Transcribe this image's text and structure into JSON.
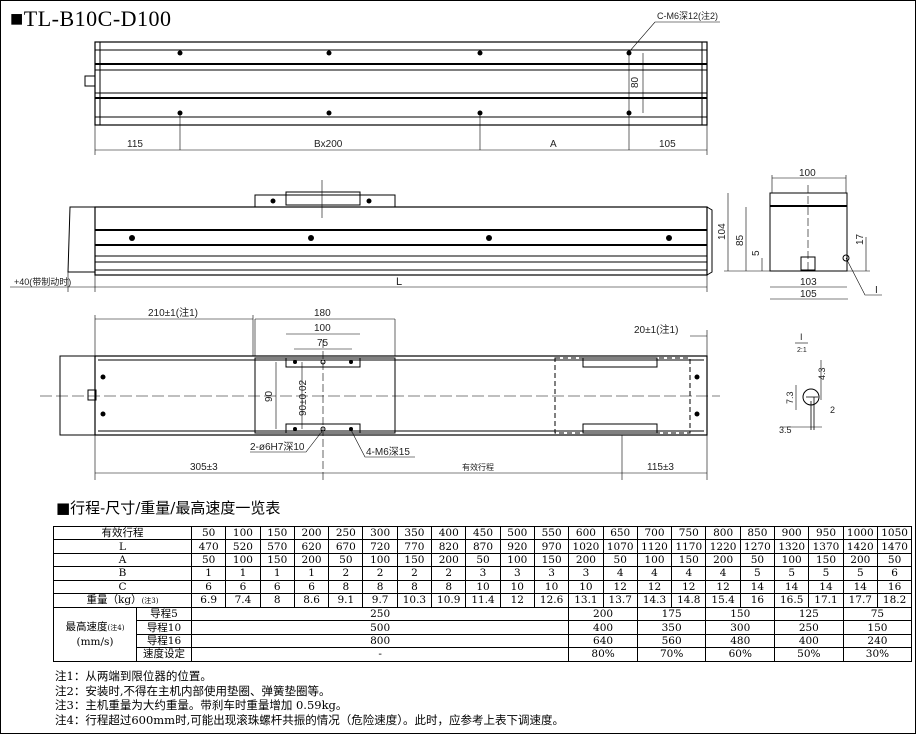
{
  "title": "■TL-B10C-D100",
  "top_view": {
    "hole_label": "C-M6深12(注2)",
    "height_dim": "80",
    "dims": [
      "115",
      "Bx200",
      "A",
      "105"
    ]
  },
  "side_view": {
    "brake_offset": "+40(带制动时)",
    "length": "L"
  },
  "end_view": {
    "width_top": "100",
    "height_total": "104",
    "height_85": "85",
    "height_5": "5",
    "height_17": "17",
    "width_103": "103",
    "width_105": "105",
    "detail_ref": "I"
  },
  "bottom_view": {
    "d210": "210±1(注1)",
    "d180": "180",
    "d100": "100",
    "d75": "75",
    "d90": "90",
    "d90tol": "90±0.02",
    "d20": "20±1(注1)",
    "pin_label": "2-ø6H7深10",
    "tap_label": "4-M6深15",
    "d305": "305±3",
    "stroke": "有效行程",
    "d115": "115±3"
  },
  "detail": {
    "ref": "I",
    "scale": "2:1",
    "d43": "4.3",
    "d73": "7.3",
    "d2": "2",
    "d35": "3.5"
  },
  "table": {
    "section_title": "■行程-尺寸/重量/最高速度一览表",
    "labels": {
      "stroke": "有效行程",
      "L": "L",
      "A": "A",
      "B": "B",
      "C": "C",
      "weight": "重量（kg）",
      "weight_note": "(注3)",
      "speed": "最高速度",
      "speed_note": "(注4)",
      "speed_unit": "(mm/s)",
      "lead5": "导程5",
      "lead10": "导程10",
      "lead16": "导程16",
      "speed_setting": "速度设定"
    },
    "stroke": [
      "50",
      "100",
      "150",
      "200",
      "250",
      "300",
      "350",
      "400",
      "450",
      "500",
      "550",
      "600",
      "650",
      "700",
      "750",
      "800",
      "850",
      "900",
      "950",
      "1000",
      "1050"
    ],
    "L": [
      "470",
      "520",
      "570",
      "620",
      "670",
      "720",
      "770",
      "820",
      "870",
      "920",
      "970",
      "1020",
      "1070",
      "1120",
      "1170",
      "1220",
      "1270",
      "1320",
      "1370",
      "1420",
      "1470"
    ],
    "A": [
      "50",
      "100",
      "150",
      "200",
      "50",
      "100",
      "150",
      "200",
      "50",
      "100",
      "150",
      "200",
      "50",
      "100",
      "150",
      "200",
      "50",
      "100",
      "150",
      "200",
      "50"
    ],
    "B": [
      "1",
      "1",
      "1",
      "1",
      "2",
      "2",
      "2",
      "2",
      "3",
      "3",
      "3",
      "3",
      "4",
      "4",
      "4",
      "4",
      "5",
      "5",
      "5",
      "5",
      "6"
    ],
    "C": [
      "6",
      "6",
      "6",
      "6",
      "8",
      "8",
      "8",
      "8",
      "10",
      "10",
      "10",
      "10",
      "12",
      "12",
      "12",
      "12",
      "14",
      "14",
      "14",
      "14",
      "16"
    ],
    "weight": [
      "6.9",
      "7.4",
      "8",
      "8.6",
      "9.1",
      "9.7",
      "10.3",
      "10.9",
      "11.4",
      "12",
      "12.6",
      "13.1",
      "13.7",
      "14.3",
      "14.8",
      "15.4",
      "16",
      "16.5",
      "17.1",
      "17.7",
      "18.2"
    ],
    "speed_groups": [
      {
        "span": 11,
        "lead5": "250",
        "lead10": "500",
        "lead16": "800",
        "setting": "-"
      },
      {
        "span": 2,
        "lead5": "200",
        "lead10": "400",
        "lead16": "640",
        "setting": "80%"
      },
      {
        "span": 2,
        "lead5": "175",
        "lead10": "350",
        "lead16": "560",
        "setting": "70%"
      },
      {
        "span": 2,
        "lead5": "150",
        "lead10": "300",
        "lead16": "480",
        "setting": "60%"
      },
      {
        "span": 2,
        "lead5": "125",
        "lead10": "250",
        "lead16": "400",
        "setting": "50%"
      },
      {
        "span": 2,
        "lead5": "75",
        "lead10": "150",
        "lead16": "240",
        "setting": "30%"
      }
    ]
  },
  "notes": [
    "注1：从两端到限位器的位置。",
    "注2：安装时,不得在主机内部使用垫圈、弹簧垫圈等。",
    "注3：主机重量为大约重量。带刹车时重量增加 0.59kg。",
    "注4：行程超过600mm时,可能出现滚珠螺杆共振的情况（危险速度）。此时，应参考上表下调速度。"
  ]
}
